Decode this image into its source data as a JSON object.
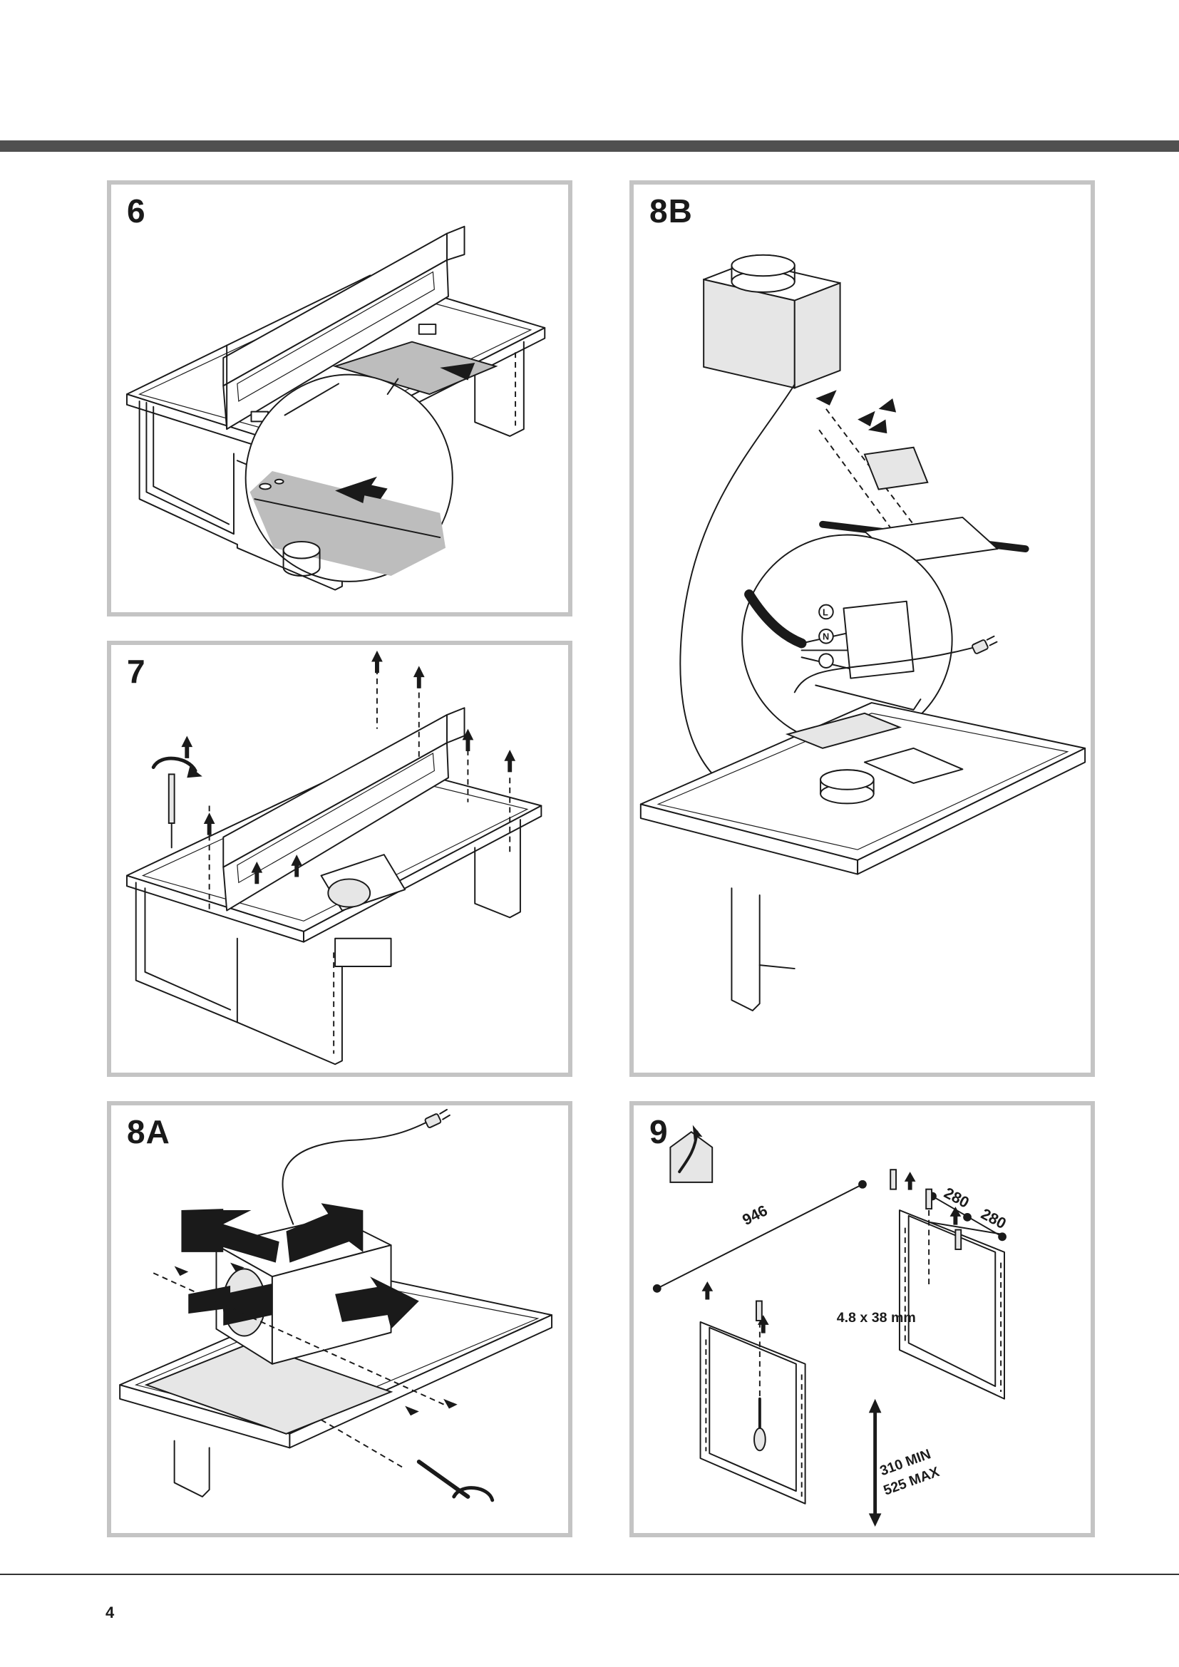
{
  "page": {
    "number": "4"
  },
  "panels": [
    {
      "id": "6",
      "label": "6"
    },
    {
      "id": "7",
      "label": "7"
    },
    {
      "id": "8A",
      "label": "8A"
    },
    {
      "id": "8B",
      "label": "8B"
    },
    {
      "id": "9",
      "label": "9"
    }
  ],
  "panel9": {
    "dim_946": "946",
    "dim_280_a": "280",
    "dim_280_b": "280",
    "screw_size": "4.8 x 38 mm",
    "height_min": "310 MIN",
    "height_max": "525 MAX"
  },
  "panel8b": {
    "terminal_L": "L",
    "terminal_N": "N"
  },
  "icons": [
    "ducted-house-icon",
    "power-plug-icon",
    "screwdriver-icon",
    "arrow-icon"
  ],
  "colors": {
    "top_bar": "#505050",
    "panel_border": "#c4c4c4",
    "accent_fill": "#bdbdbd"
  }
}
